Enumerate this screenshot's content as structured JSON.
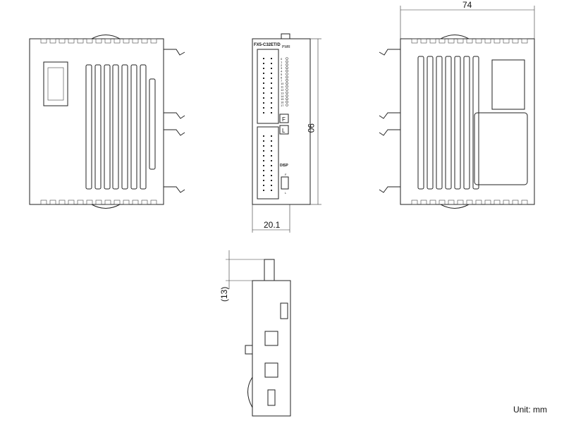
{
  "dimensions": {
    "width": "74",
    "height": "90",
    "depth": "20.1",
    "protrusion": "(13)"
  },
  "unit_label": "Unit: mm",
  "front_panel": {
    "model": "FX5-C32ET/D",
    "power_led": "PWR",
    "io_leds": [
      "0",
      "1",
      "2",
      "3",
      "4",
      "5",
      "6",
      "7",
      "10",
      "11",
      "12",
      "13",
      "14",
      "15",
      "16",
      "17"
    ],
    "button_f": "F",
    "button_l": "L",
    "disp_label": "DISP",
    "switch_f": "F",
    "switch_l": "L"
  },
  "colors": {
    "line": "#222222",
    "background": "#ffffff"
  }
}
